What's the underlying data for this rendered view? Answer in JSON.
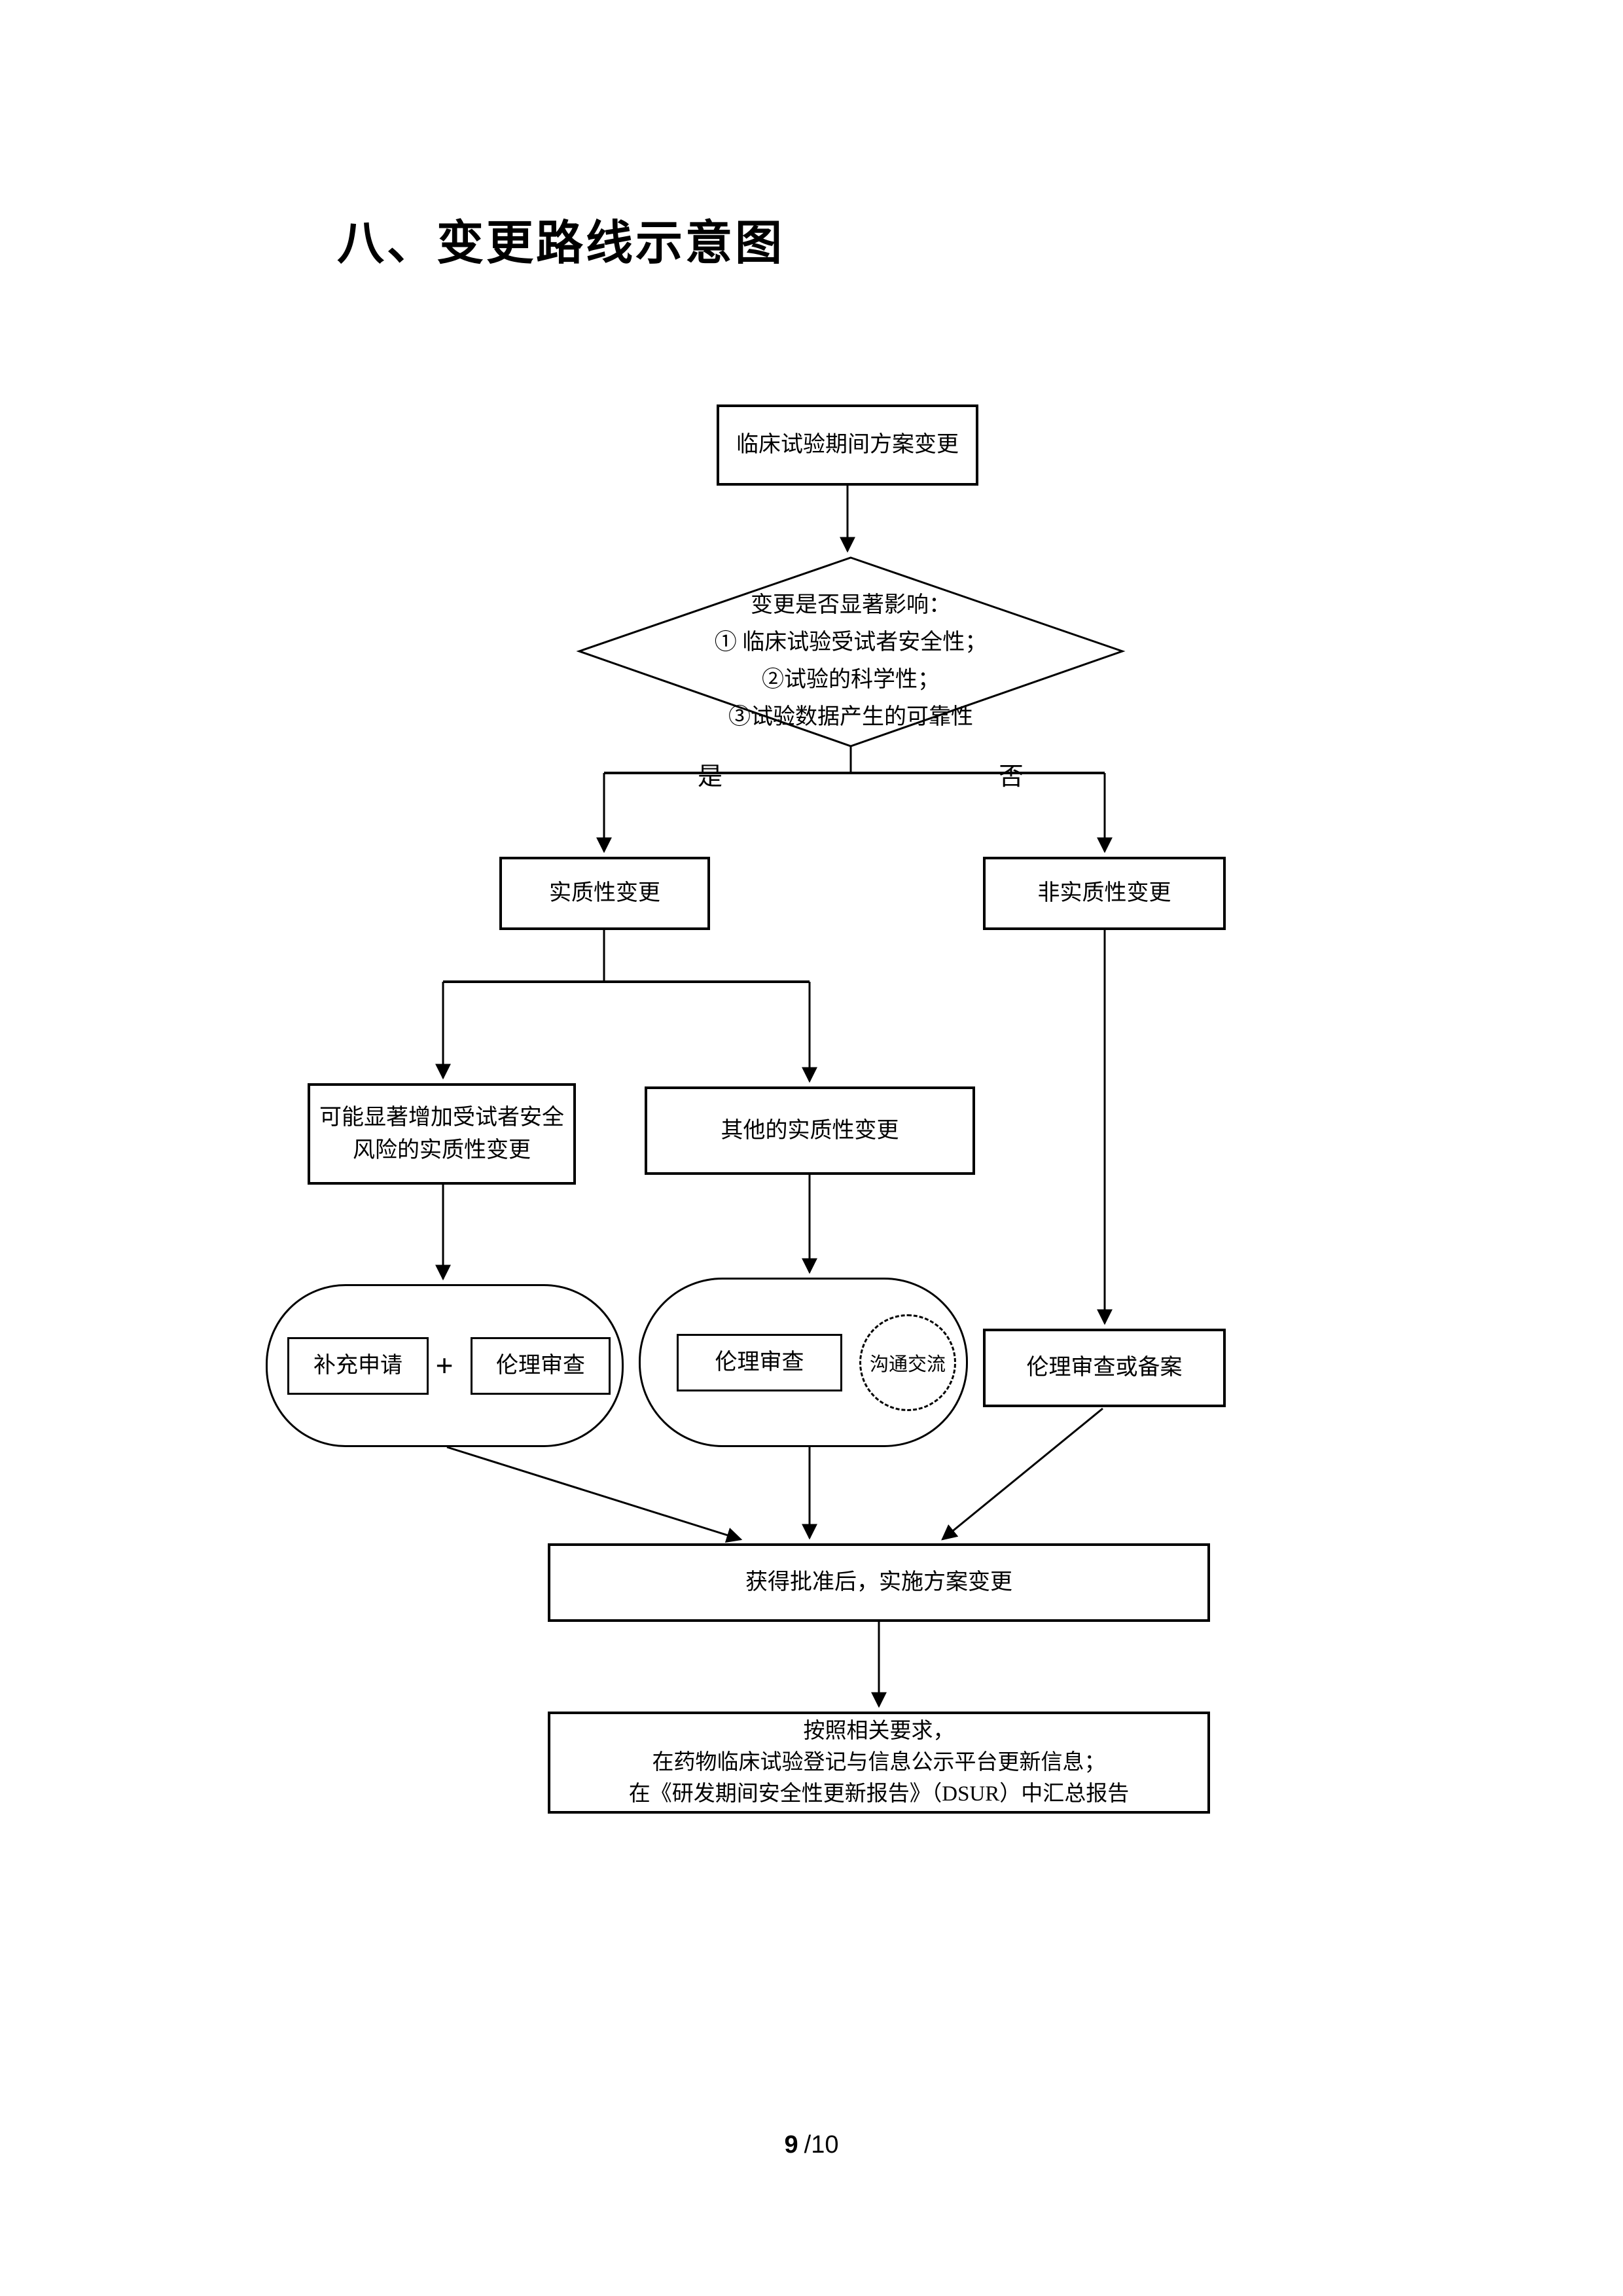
{
  "page": {
    "title": "八、变更路线示意图",
    "footer": {
      "current_page": "9",
      "total_pages": "/10"
    }
  },
  "flow": {
    "start": "临床试验期间方案变更",
    "decision": {
      "line1": "变更是否显著影响：",
      "line2": "① 临床试验受试者安全性；",
      "line3": "②试验的科学性；",
      "line4": "③试验数据产生的可靠性"
    },
    "branch_yes": "是",
    "branch_no": "否",
    "substantial": "实质性变更",
    "non_substantial": "非实质性变更",
    "risk_substantial": {
      "line1": "可能显著增加受试者安全",
      "line2": "风险的实质性变更"
    },
    "other_substantial": "其他的实质性变更",
    "supplement_application": "补充申请",
    "plus": "+",
    "ethics_review_left": "伦理审查",
    "ethics_review_mid": "伦理审查",
    "communication": "沟通交流",
    "ethics_review_or_record": "伦理审查或备案",
    "implement": "获得批准后，实施方案变更",
    "report": {
      "line1": "按照相关要求，",
      "line2": "在药物临床试验登记与信息公示平台更新信息；",
      "line3": "在《研发期间安全性更新报告》（DSUR）中汇总报告"
    }
  }
}
